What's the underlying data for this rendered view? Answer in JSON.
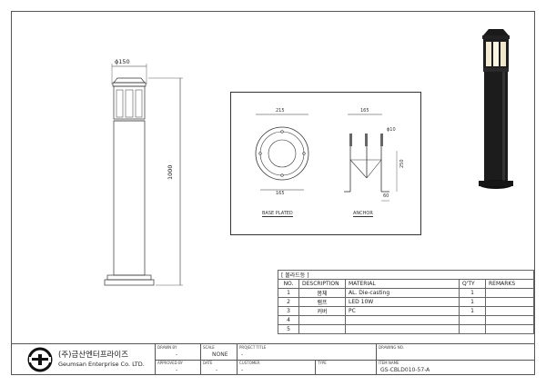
{
  "dimensions": {
    "pole_diameter": "ϕ150",
    "pole_height": "1000",
    "base_width": "215",
    "base_inner": "165",
    "anchor_width": "165",
    "anchor_hole": "ϕ10",
    "anchor_height": "250",
    "anchor_foot": "60"
  },
  "plate_labels": {
    "base": "BASE PLATED",
    "anchor": "ANCHOR"
  },
  "bom": {
    "title": "[ 볼라드등 ]",
    "headers": [
      "NO.",
      "DESCRIPTION",
      "MATERIAL",
      "Q'TY",
      "REMARKS"
    ],
    "rows": [
      {
        "no": "1",
        "desc": "몸체",
        "material": "AL. Die-casting",
        "qty": "1",
        "remarks": ""
      },
      {
        "no": "2",
        "desc": "램프",
        "material": "LED 10W",
        "qty": "1",
        "remarks": ""
      },
      {
        "no": "3",
        "desc": "커버",
        "material": "PC",
        "qty": "1",
        "remarks": ""
      },
      {
        "no": "4",
        "desc": "",
        "material": "",
        "qty": "",
        "remarks": ""
      },
      {
        "no": "5",
        "desc": "",
        "material": "",
        "qty": "",
        "remarks": ""
      }
    ]
  },
  "title_block": {
    "company_ko": "(주)금산엔터프라이즈",
    "company_en": "Geumsan Enterprise Co. LTD.",
    "drawn_by_label": "DRAWN BY",
    "drawn_by": "-",
    "scale_label": "SCALE",
    "scale": "NONE",
    "project_title_label": "PROJECT TITLE",
    "project_title": "-",
    "drawing_no_label": "DRAWING NO.",
    "drawing_no": "",
    "approved_by_label": "APPROVED BY",
    "approved_by": "-",
    "date_label": "DATE",
    "date": "-",
    "customer_label": "CUSTOMER",
    "customer": "-",
    "type_label": "TYPE",
    "type": "",
    "item_name_label": "ITEM NAME",
    "item_name": "GS-CBLD010-57-A"
  }
}
